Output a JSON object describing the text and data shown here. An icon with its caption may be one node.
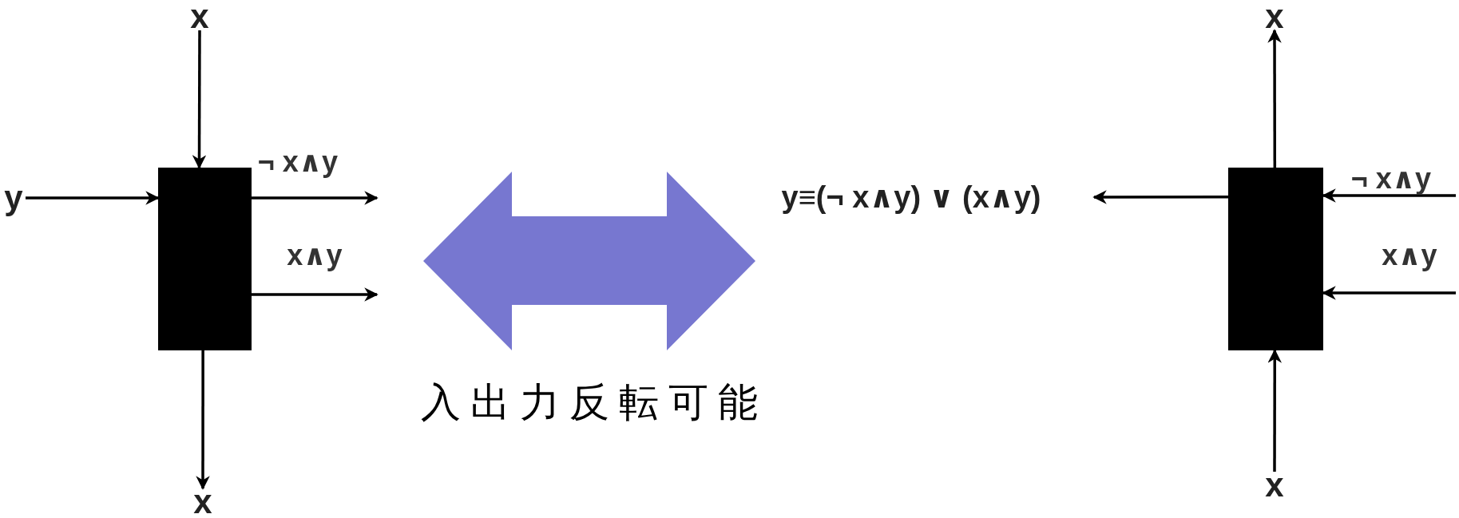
{
  "diagram": {
    "nodes": [
      {
        "text": [
          "x"
        ]
      },
      {
        "text": [
          "y"
        ]
      },
      {
        "text": [],
        "shape": "box"
      },
      {
        "text": [
          "x"
        ]
      },
      {
        "text": [],
        "shape": "double-arrow",
        "beside": [
          "入出力反転可能"
        ]
      },
      {
        "text": [
          "y≡(¬ x∧y) ∨ (x∧y)"
        ]
      },
      {
        "text": [
          "x"
        ]
      },
      {
        "text": [],
        "shape": "box"
      },
      {
        "text": [
          "x"
        ]
      }
    ],
    "edges": [
      {
        "from": 0,
        "to": 2,
        "arrow": "to"
      },
      {
        "from": 1,
        "to": 2,
        "arrow": "to"
      },
      {
        "from": 2,
        "to": null,
        "arrow": "to",
        "label": "¬ x∧y"
      },
      {
        "from": 2,
        "to": null,
        "arrow": "to",
        "label": "x∧y"
      },
      {
        "from": 2,
        "to": 3,
        "arrow": "to"
      },
      {
        "from": 7,
        "to": 5,
        "arrow": "to"
      },
      {
        "from": 7,
        "to": 6,
        "arrow": "to"
      },
      {
        "from": 8,
        "to": 7,
        "arrow": "to"
      },
      {
        "from": null,
        "to": 7,
        "arrow": "to",
        "label": "¬ x∧y"
      },
      {
        "from": null,
        "to": 7,
        "arrow": "to",
        "label": "x∧y"
      }
    ]
  }
}
